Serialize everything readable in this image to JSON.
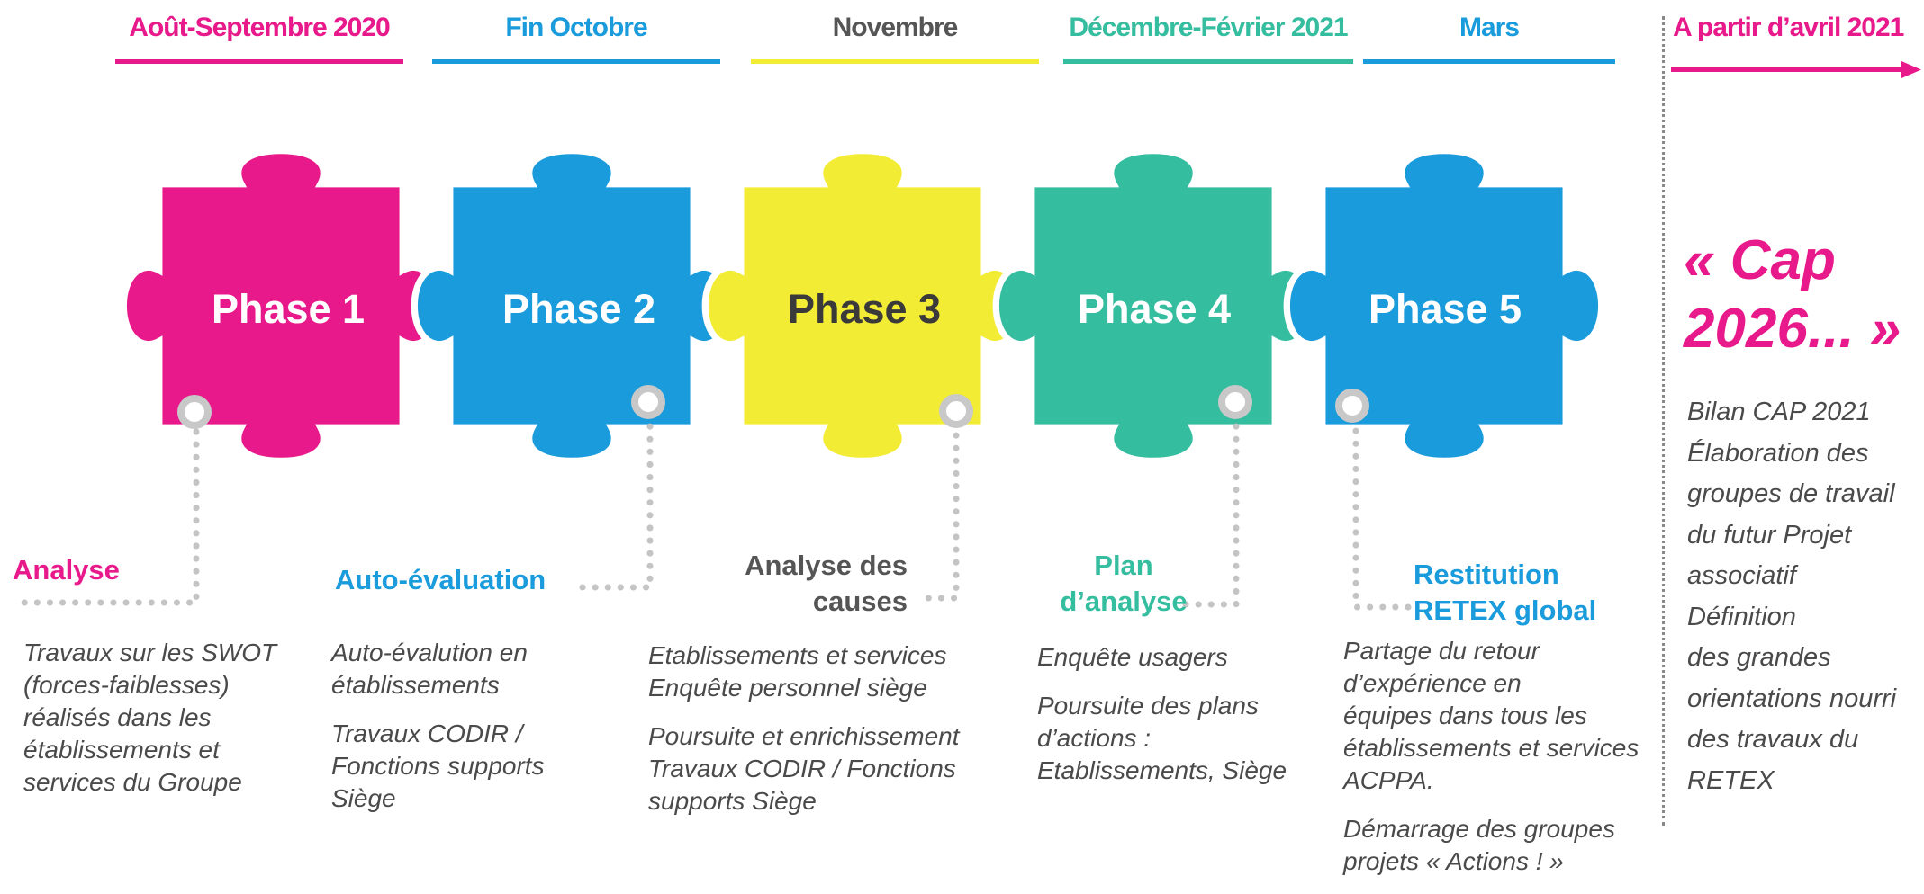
{
  "colors": {
    "pink": "#e8198b",
    "blue": "#1a9bdc",
    "yellow": "#f2ec34",
    "green": "#35bd9f",
    "darkgray": "#555555",
    "dots": "#c4c4c4"
  },
  "periods": [
    {
      "label": "Août-Septembre 2020",
      "color": "#e8198b"
    },
    {
      "label": "Fin Octobre",
      "color": "#1a9bdc"
    },
    {
      "label": "Novembre",
      "color": "#555555",
      "bar_color": "#f2ec34"
    },
    {
      "label": "Décembre-Février 2021",
      "color": "#35bd9f"
    },
    {
      "label": "Mars",
      "color": "#1a9bdc"
    },
    {
      "label": "A partir d’avril 2021",
      "color": "#e8198b"
    }
  ],
  "phases": [
    {
      "label": "Phase 1",
      "color": "#e8198b",
      "text_color": "#ffffff",
      "title": "Analyse",
      "title_color": "#e8198b",
      "paragraphs": [
        "Travaux sur les SWOT\n(forces-faiblesses)\nréalisés dans les\nétablissements et\nservices du Groupe"
      ]
    },
    {
      "label": "Phase 2",
      "color": "#1a9bdc",
      "text_color": "#ffffff",
      "title": "Auto-évaluation",
      "title_color": "#1a9bdc",
      "paragraphs": [
        "Auto-évalution en\nétablissements",
        "Travaux CODIR /\nFonctions supports\nSiège"
      ]
    },
    {
      "label": "Phase 3",
      "color": "#f2ec34",
      "text_color": "#3a3a3a",
      "title": "Analyse des\ncauses",
      "title_color": "#555555",
      "paragraphs": [
        "Etablissements et services\nEnquête personnel siège",
        "Poursuite et enrichissement\nTravaux CODIR / Fonctions\nsupports Siège"
      ]
    },
    {
      "label": "Phase 4",
      "color": "#35bd9f",
      "text_color": "#ffffff",
      "title": "Plan\nd’analyse",
      "title_color": "#35bd9f",
      "paragraphs": [
        "Enquête usagers",
        "Poursuite des plans\nd’actions :\nEtablissements, Siège"
      ]
    },
    {
      "label": "Phase 5",
      "color": "#1a9bdc",
      "text_color": "#ffffff",
      "title": "Restitution\nRETEX global",
      "title_color": "#1a9bdc",
      "paragraphs": [
        "Partage du retour\nd’expérience en\néquipes dans tous les\nétablissements et services\nACPPA.",
        "Démarrage des groupes\nprojets « Actions ! »"
      ]
    }
  ],
  "cap": {
    "title": "« Cap\n2026... »",
    "description": "Bilan CAP 2021\nÉlaboration des\ngroupes de travail\ndu futur Projet\nassociatif\nDéfinition\ndes grandes\norientations nourri\ndes travaux du\nRETEX"
  }
}
